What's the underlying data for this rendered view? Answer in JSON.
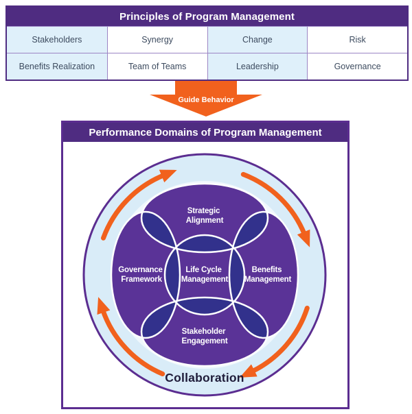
{
  "principles": {
    "title": "Principles of Program Management",
    "rows": [
      [
        "Stakeholders",
        "Synergy",
        "Change",
        "Risk"
      ],
      [
        "Benefits Realization",
        "Team of Teams",
        "Leadership",
        "Governance"
      ]
    ]
  },
  "guide_arrow": {
    "label": "Guide Behavior"
  },
  "domains": {
    "title": "Performance Domains of Program Management",
    "nodes": {
      "top": [
        "Strategic",
        "Alignment"
      ],
      "left": [
        "Governance",
        "Framework"
      ],
      "center": [
        "Life Cycle",
        "Management"
      ],
      "right": [
        "Benefits",
        "Management"
      ],
      "bottom": [
        "Stakeholder",
        "Engagement"
      ]
    },
    "ring_label": "Collaboration",
    "rotation": "clockwise"
  },
  "colors": {
    "header_purple": "#4F2C81",
    "box_border_purple": "#5B2D90",
    "domain_purple": "#5A3397",
    "overlap_indigo": "#32318C",
    "ring_blue": "#D9ECF8",
    "inner_disc_blue": "#F0F8FD",
    "cell_blue": "#DFF0FA",
    "accent_orange": "#F1611D",
    "cell_text": "#3D4B5F",
    "collaboration_text": "#1F1C3A"
  }
}
